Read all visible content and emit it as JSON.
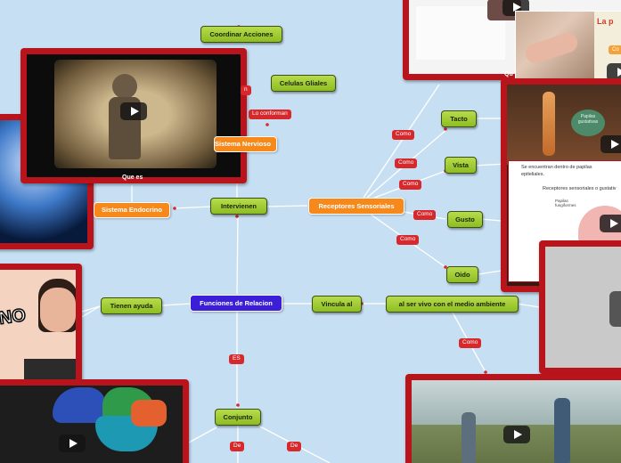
{
  "map": {
    "root": "Funciones de Relacion",
    "nodes": {
      "coordinar": "Coordinar Acciones",
      "celulas": "Celulas Gliales",
      "nervioso": "Sistema Nervioso",
      "endocrino": "Sistema Endocrino",
      "intervienen": "Intervienen",
      "receptores": "Receptores Sensoriales",
      "tacto": "Tacto",
      "vista": "Vista",
      "gusto": "Gusto",
      "oido": "Oido",
      "tienen_ayuda": "Tienen ayuda",
      "vincula": "Vincula al",
      "ser_vivo": "al ser vivo con el medio ambiente",
      "conjunto": "Conjunto"
    },
    "connectors": {
      "lo_conforman": "Lo conforman",
      "lo_conforman_partial": "n",
      "como_1": "Como",
      "como_2": "Como",
      "como_3": "Como",
      "como_4": "Como",
      "como_5": "Como",
      "como_6": "Como",
      "es": "ES",
      "de_1": "De",
      "de_2": "De"
    },
    "captions": {
      "que_es": "Que es",
      "que_partial": "Qu"
    },
    "card_texts": {
      "photo_text": "La p",
      "photo_tag": "Co",
      "slide_line1": "Se encuentran dentro de papilas",
      "slide_line2": "epiteliales.",
      "slide_line3": "Receptores sensoriales o gustativ",
      "slide_label1": "Papilas",
      "slide_label2": "fungiformes",
      "taste_label1": "Papilas",
      "taste_label2": "gustativas",
      "meme_text": "NO"
    }
  },
  "colors": {
    "background": "#c7dff3",
    "card_frame": "#b9141b",
    "node_green": "#9bc92c",
    "node_orange": "#f5891b",
    "node_purple": "#3a1ed8",
    "connector_label": "#d7282c"
  }
}
